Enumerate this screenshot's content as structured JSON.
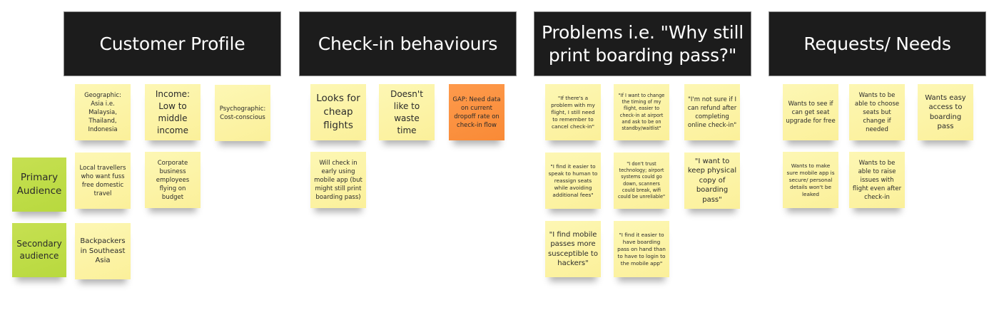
{
  "colors": {
    "header_bg": "#1c1c1c",
    "header_text": "#ffffff",
    "sticky_yellow": "#fbf09a",
    "sticky_orange": "#f98a36",
    "sticky_green": "#b8d93e"
  },
  "headers": [
    {
      "label": "Customer Profile"
    },
    {
      "label": "Check-in behaviours"
    },
    {
      "label": "Problems i.e. \"Why still print boarding pass?\""
    },
    {
      "label": "Requests/ Needs"
    }
  ],
  "audience": [
    {
      "label": "Primary Audience"
    },
    {
      "label": "Secondary audience"
    }
  ],
  "customer_profile": [
    {
      "text": "Geographic: Asia i.e. Malaysia, Thailand, Indonesia"
    },
    {
      "text": "Income: Low to middle income"
    },
    {
      "text": "Psychographic: Cost-conscious"
    },
    {
      "text": "Local travellers who want fuss free domestic travel"
    },
    {
      "text": "Corporate business employees flying on budget"
    },
    {
      "text": "Backpackers in Southeast Asia"
    }
  ],
  "checkin_behaviours": [
    {
      "text": "Looks for cheap flights"
    },
    {
      "text": "Doesn't like to waste time"
    },
    {
      "text": "GAP: Need data on current dropoff rate on check-in flow"
    },
    {
      "text": "Will check in early using mobile app (but might still print boarding pass)"
    }
  ],
  "problems": [
    {
      "text": "\"If there's a problem with my flight, I still need to remember to cancel check-in\""
    },
    {
      "text": "\"If I want to change the timing of my flight,  easier to check-in at airport and ask to be on standby/waitlist\""
    },
    {
      "text": "\"I'm not sure if I can refund after completing online check-in\""
    },
    {
      "text": "\"I find it easier to speak to human to reassign seats while avoiding additional fees\""
    },
    {
      "text": "\"I don't trust technology; airport systems could go down, scanners could break, wifi could be unreliable\""
    },
    {
      "text": "\"I want to keep physical copy of boarding pass\""
    },
    {
      "text": "\"I find mobile passes more susceptible to hackers\""
    },
    {
      "text": "\"I find it easier to have boarding pass on hand than to have to login to the mobile app\""
    }
  ],
  "requests_needs": [
    {
      "text": "Wants to see if can get seat upgrade for free"
    },
    {
      "text": "Wants to be able to choose seats but change if needed"
    },
    {
      "text": "Wants easy access to boarding pass"
    },
    {
      "text": "Wants to make sure mobile app is secure/ personal details won't be leaked"
    },
    {
      "text": "Wants to be able to raise issues with flight even after check-in"
    }
  ]
}
